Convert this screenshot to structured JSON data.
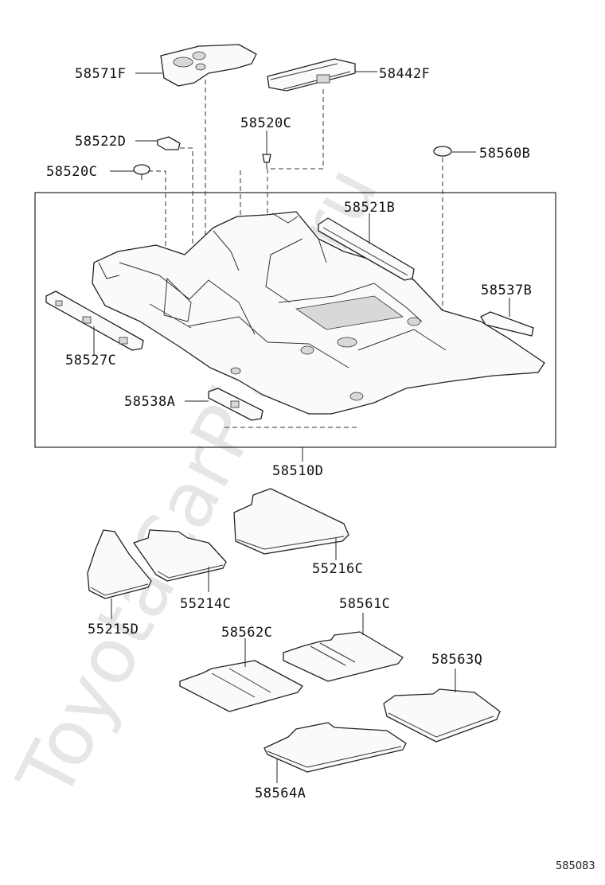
{
  "watermark": "ToyotaCarPlane.ru",
  "reference_number": "585083",
  "parts": {
    "p58571F": "58571F",
    "p58442F": "58442F",
    "p58522D": "58522D",
    "p58520C_top": "58520C",
    "p58520C_left": "58520C",
    "p58560B": "58560B",
    "p58521B": "58521B",
    "p58537B": "58537B",
    "p58527C": "58527C",
    "p58538A": "58538A",
    "p58510D": "58510D",
    "p55216C": "55216C",
    "p55214C": "55214C",
    "p55215D": "55215D",
    "p58561C": "58561C",
    "p58562C": "58562C",
    "p58563Q": "58563Q",
    "p58564A": "58564A"
  }
}
